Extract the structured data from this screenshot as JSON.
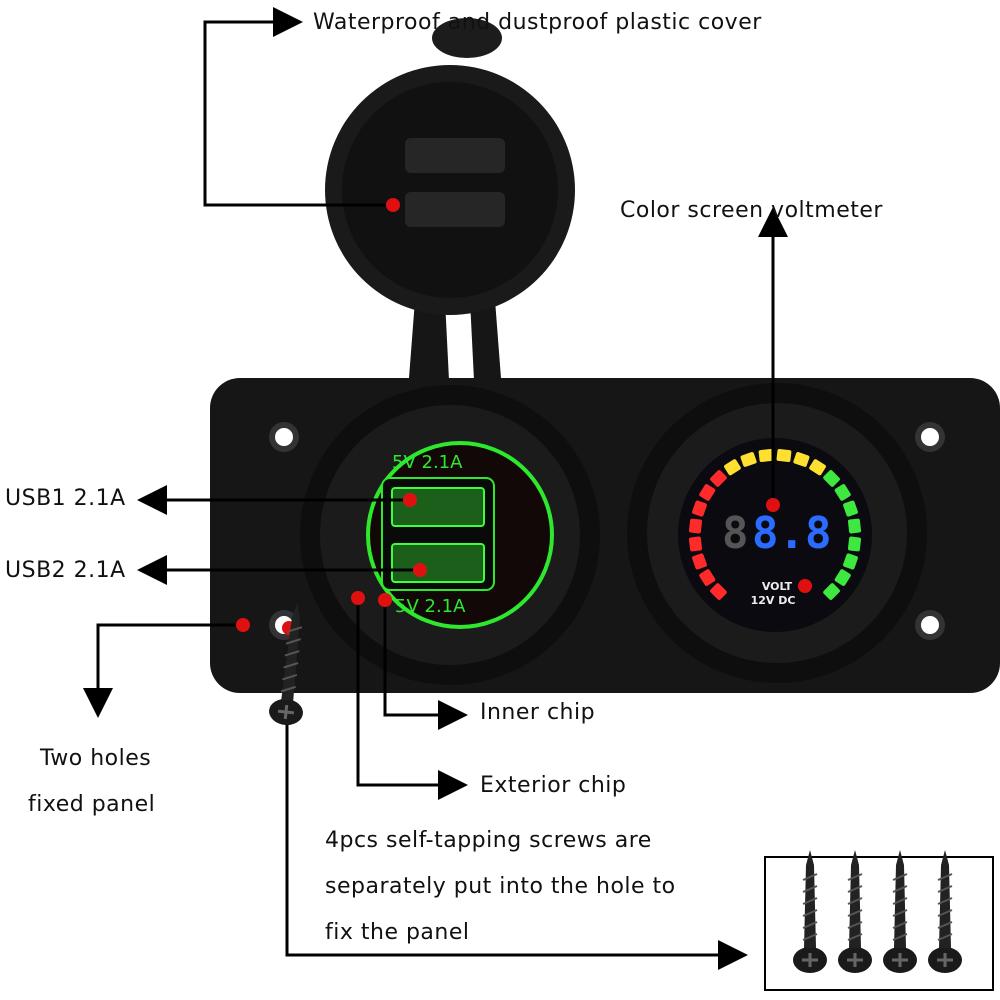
{
  "labels": {
    "cover": "Waterproof and dustproof plastic cover",
    "voltmeter": "Color screen voltmeter",
    "usb1": "USB1 2.1A",
    "usb2": "USB2 2.1A",
    "holes_line1": "Two  holes",
    "holes_line2": "fixed panel",
    "inner_chip": "Inner chip",
    "exterior_chip": "Exterior chip",
    "screws_line1": "4pcs self-tapping screws are",
    "screws_line2": "separately put into the hole to",
    "screws_line3": "fix the panel"
  },
  "usb_socket": {
    "top_marking": "5V 2.1A",
    "bottom_marking": "5V 2.1A"
  },
  "voltmeter_display": {
    "unlit_digit": "8",
    "reading": "8.8",
    "unit_label": "VOLT",
    "rating_label": "12V DC"
  },
  "colors": {
    "marker": "#e01010",
    "usb_ring": "#2ee82e",
    "digits": "#2a6cff",
    "panel": "#141414"
  }
}
